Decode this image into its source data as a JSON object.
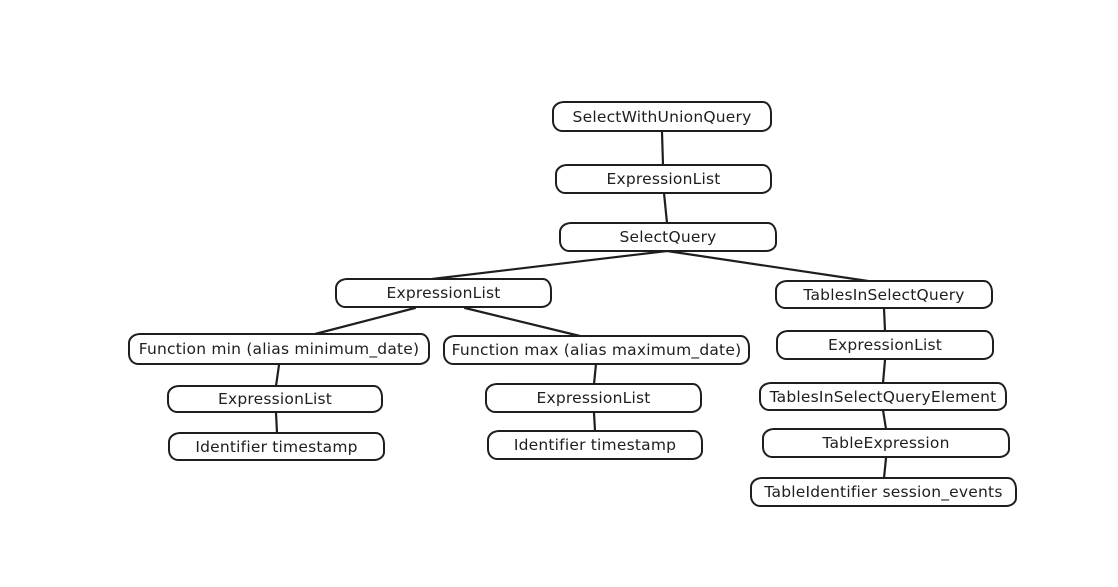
{
  "diagram": {
    "background_color": "#ffffff",
    "stroke_color": "#1e1e1e",
    "node_fill_color": "#ffffff",
    "nodes": [
      {
        "id": "select-with-union-query",
        "label": "SelectWithUnionQuery"
      },
      {
        "id": "expression-list-top",
        "label": "ExpressionList"
      },
      {
        "id": "select-query",
        "label": "SelectQuery"
      },
      {
        "id": "expression-list-select",
        "label": "ExpressionList"
      },
      {
        "id": "function-min",
        "label": "Function min (alias minimum_date)"
      },
      {
        "id": "function-max",
        "label": "Function max (alias maximum_date)"
      },
      {
        "id": "expression-list-min",
        "label": "ExpressionList"
      },
      {
        "id": "identifier-timestamp-min",
        "label": "Identifier timestamp"
      },
      {
        "id": "expression-list-max",
        "label": "ExpressionList"
      },
      {
        "id": "identifier-timestamp-max",
        "label": "Identifier timestamp"
      },
      {
        "id": "tables-in-select-query",
        "label": "TablesInSelectQuery"
      },
      {
        "id": "expression-list-tables",
        "label": "ExpressionList"
      },
      {
        "id": "tables-in-select-query-element",
        "label": "TablesInSelectQueryElement"
      },
      {
        "id": "table-expression",
        "label": "TableExpression"
      },
      {
        "id": "table-identifier",
        "label": "TableIdentifier session_events"
      }
    ],
    "edges": [
      {
        "from": "select-with-union-query",
        "to": "expression-list-top"
      },
      {
        "from": "expression-list-top",
        "to": "select-query"
      },
      {
        "from": "select-query",
        "to": "expression-list-select"
      },
      {
        "from": "select-query",
        "to": "tables-in-select-query"
      },
      {
        "from": "expression-list-select",
        "to": "function-min"
      },
      {
        "from": "expression-list-select",
        "to": "function-max"
      },
      {
        "from": "function-min",
        "to": "expression-list-min"
      },
      {
        "from": "expression-list-min",
        "to": "identifier-timestamp-min"
      },
      {
        "from": "function-max",
        "to": "expression-list-max"
      },
      {
        "from": "expression-list-max",
        "to": "identifier-timestamp-max"
      },
      {
        "from": "tables-in-select-query",
        "to": "expression-list-tables"
      },
      {
        "from": "expression-list-tables",
        "to": "tables-in-select-query-element"
      },
      {
        "from": "tables-in-select-query-element",
        "to": "table-expression"
      },
      {
        "from": "table-expression",
        "to": "table-identifier"
      }
    ]
  }
}
